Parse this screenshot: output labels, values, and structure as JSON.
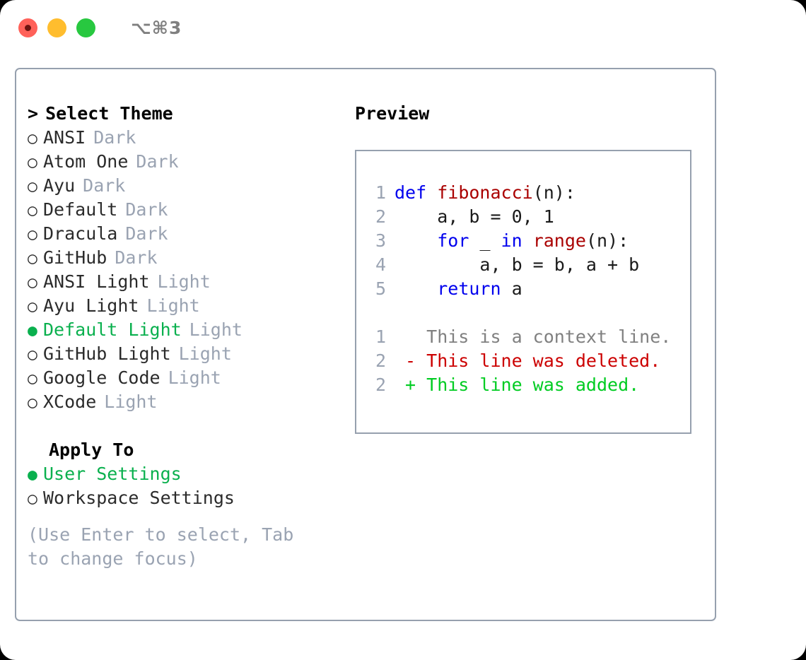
{
  "titlebar": {
    "shortcut": "⌥⌘3",
    "buttons": [
      {
        "name": "close",
        "color": "#ff6159"
      },
      {
        "name": "minimize",
        "color": "#ffbd2e"
      },
      {
        "name": "maximize",
        "color": "#28c840"
      }
    ]
  },
  "colors": {
    "selected_green": "#0ab04e",
    "muted_grey": "#9aa3b2",
    "border": "#96a0ae",
    "keyword_blue": "#0000ee",
    "function_red": "#aa0000",
    "diff_deleted": "#cc0000",
    "diff_added": "#00cc22",
    "diff_context": "#808080"
  },
  "theme_panel": {
    "header_caret": ">",
    "header": "Select Theme",
    "bullet_off": "○",
    "bullet_on": "●",
    "themes": [
      {
        "name": "ANSI",
        "badge": "Dark",
        "selected": false
      },
      {
        "name": "Atom One",
        "badge": "Dark",
        "selected": false
      },
      {
        "name": "Ayu",
        "badge": "Dark",
        "selected": false
      },
      {
        "name": "Default",
        "badge": "Dark",
        "selected": false
      },
      {
        "name": "Dracula",
        "badge": "Dark",
        "selected": false
      },
      {
        "name": "GitHub",
        "badge": "Dark",
        "selected": false
      },
      {
        "name": "ANSI Light",
        "badge": "Light",
        "selected": false
      },
      {
        "name": "Ayu Light",
        "badge": "Light",
        "selected": false
      },
      {
        "name": "Default Light",
        "badge": "Light",
        "selected": true
      },
      {
        "name": "GitHub Light",
        "badge": "Light",
        "selected": false
      },
      {
        "name": "Google Code",
        "badge": "Light",
        "selected": false
      },
      {
        "name": "XCode",
        "badge": "Light",
        "selected": false
      }
    ]
  },
  "apply_to": {
    "label": "Apply To",
    "options": [
      {
        "name": "User Settings",
        "selected": true
      },
      {
        "name": "Workspace Settings",
        "selected": false
      }
    ]
  },
  "hint": "(Use Enter to select, Tab to change focus)",
  "preview": {
    "title": "Preview",
    "code_lines": [
      {
        "num": "1",
        "tokens": [
          {
            "text": "def ",
            "style": "kw"
          },
          {
            "text": "fibonacci",
            "style": "fn"
          },
          {
            "text": "(n):",
            "style": "plain"
          }
        ]
      },
      {
        "num": "2",
        "tokens": [
          {
            "text": "    a, b = 0, 1",
            "style": "plain"
          }
        ]
      },
      {
        "num": "3",
        "tokens": [
          {
            "text": "    ",
            "style": "plain"
          },
          {
            "text": "for ",
            "style": "kw"
          },
          {
            "text": "_ ",
            "style": "plain"
          },
          {
            "text": "in ",
            "style": "kw"
          },
          {
            "text": "range",
            "style": "fn"
          },
          {
            "text": "(n):",
            "style": "plain"
          }
        ]
      },
      {
        "num": "4",
        "tokens": [
          {
            "text": "        a, b = b, a + b",
            "style": "plain"
          }
        ]
      },
      {
        "num": "5",
        "tokens": [
          {
            "text": "    ",
            "style": "plain"
          },
          {
            "text": "return ",
            "style": "kw"
          },
          {
            "text": "a",
            "style": "plain"
          }
        ]
      }
    ],
    "diff_lines": [
      {
        "num": "1",
        "marker": " ",
        "text": "This is a context line.",
        "kind": "ctx"
      },
      {
        "num": "2",
        "marker": "-",
        "text": "This line was deleted.",
        "kind": "del"
      },
      {
        "num": "2",
        "marker": "+",
        "text": "This line was added.",
        "kind": "add"
      }
    ]
  }
}
